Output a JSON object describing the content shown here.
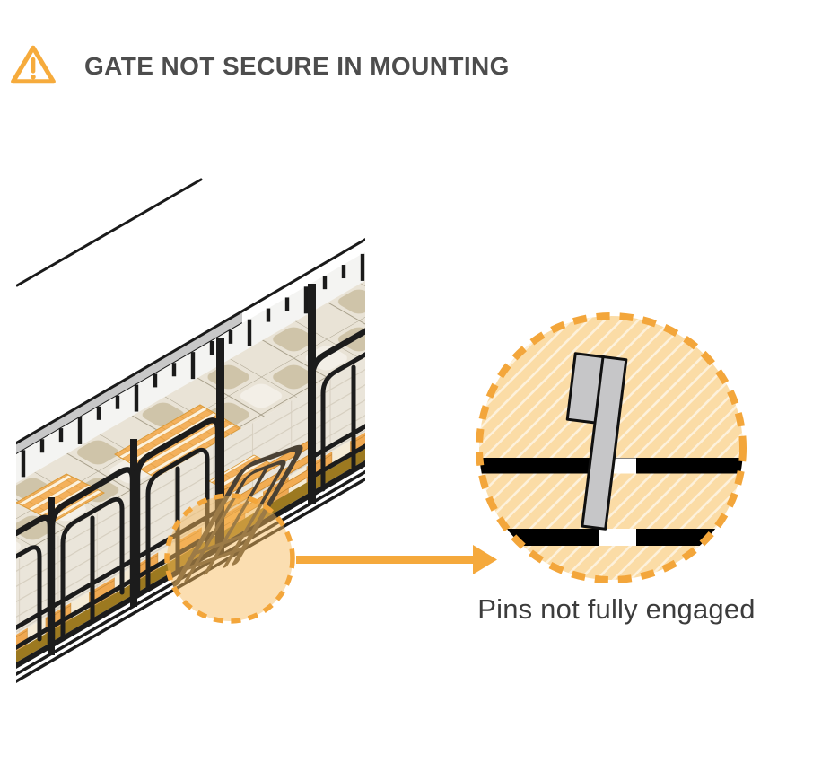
{
  "header": {
    "title": "GATE NOT SECURE IN MOUNTING",
    "icon": "warning-triangle-icon"
  },
  "callout": {
    "caption": "Pins not fully engaged",
    "icons": [
      "magnifier-arrow-icon",
      "dashed-highlight-circle",
      "dashed-detail-circle"
    ]
  },
  "illustration": {
    "elements": [
      "cargo-deck",
      "pallet-slats",
      "safety-gates",
      "tilted-gate",
      "mounting-pin"
    ]
  },
  "colors": {
    "accent_orange": "#F3A63B",
    "detail_circle_fill": "#FBDCA6",
    "title_text": "#4D4D4D",
    "caption_text": "#3C3C3C",
    "pin_gray": "#C6C6C8",
    "bar_black": "#000000",
    "gate_black": "#1C1C1C",
    "tilted_gate_brown": "#4A4134",
    "pallet_orange": "#F4B15C",
    "deck_gold": "#9C7920",
    "cargo_tile": "#E9E3D6",
    "cargo_blob": "#CFC4A9"
  }
}
